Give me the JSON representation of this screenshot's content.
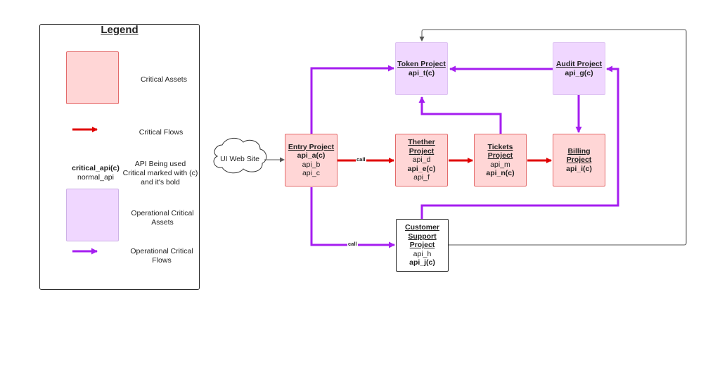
{
  "legend": {
    "title": "Legend",
    "critical_assets": "Critical Assets",
    "critical_flows": "Critical Flows",
    "api_example_critical": "critical_api(c)",
    "api_example_normal": "normal_api",
    "api_description": "API Being used\nCritical marked with (c)\nand it's bold",
    "ops_assets": "Operational Critical\nAssets",
    "ops_flows": "Operational Critical\nFlows"
  },
  "ui_site": {
    "label": "UI Web Site"
  },
  "nodes": {
    "token": {
      "title": "Token Project",
      "apis": [
        {
          "name": "api_t(c)",
          "critical": true
        }
      ]
    },
    "audit": {
      "title": "Audit Project",
      "apis": [
        {
          "name": "api_g(c)",
          "critical": true
        }
      ]
    },
    "entry": {
      "title": "Entry Project",
      "apis": [
        {
          "name": "api_a(c)",
          "critical": true
        },
        {
          "name": "api_b",
          "critical": false
        },
        {
          "name": "api_c",
          "critical": false
        }
      ]
    },
    "thether": {
      "title": "Thether\nProject",
      "apis": [
        {
          "name": "api_d",
          "critical": false
        },
        {
          "name": "api_e(c)",
          "critical": true
        },
        {
          "name": "api_f",
          "critical": false
        }
      ]
    },
    "tickets": {
      "title": "Tickets\nProject",
      "apis": [
        {
          "name": "api_m",
          "critical": false
        },
        {
          "name": "api_n(c)",
          "critical": true
        }
      ]
    },
    "billing": {
      "title": "Billing\nProject",
      "apis": [
        {
          "name": "api_i(c)",
          "critical": true
        }
      ]
    },
    "support": {
      "title": "Customer\nSupport\nProject",
      "apis": [
        {
          "name": "api_h",
          "critical": false
        },
        {
          "name": "api_j(c)",
          "critical": true
        }
      ]
    }
  },
  "edge_labels": {
    "entry_to_thether": "call",
    "entry_to_support": "call"
  },
  "colors": {
    "critical": "#e00000",
    "operational": "#a51ef0",
    "plain": "#555555"
  }
}
